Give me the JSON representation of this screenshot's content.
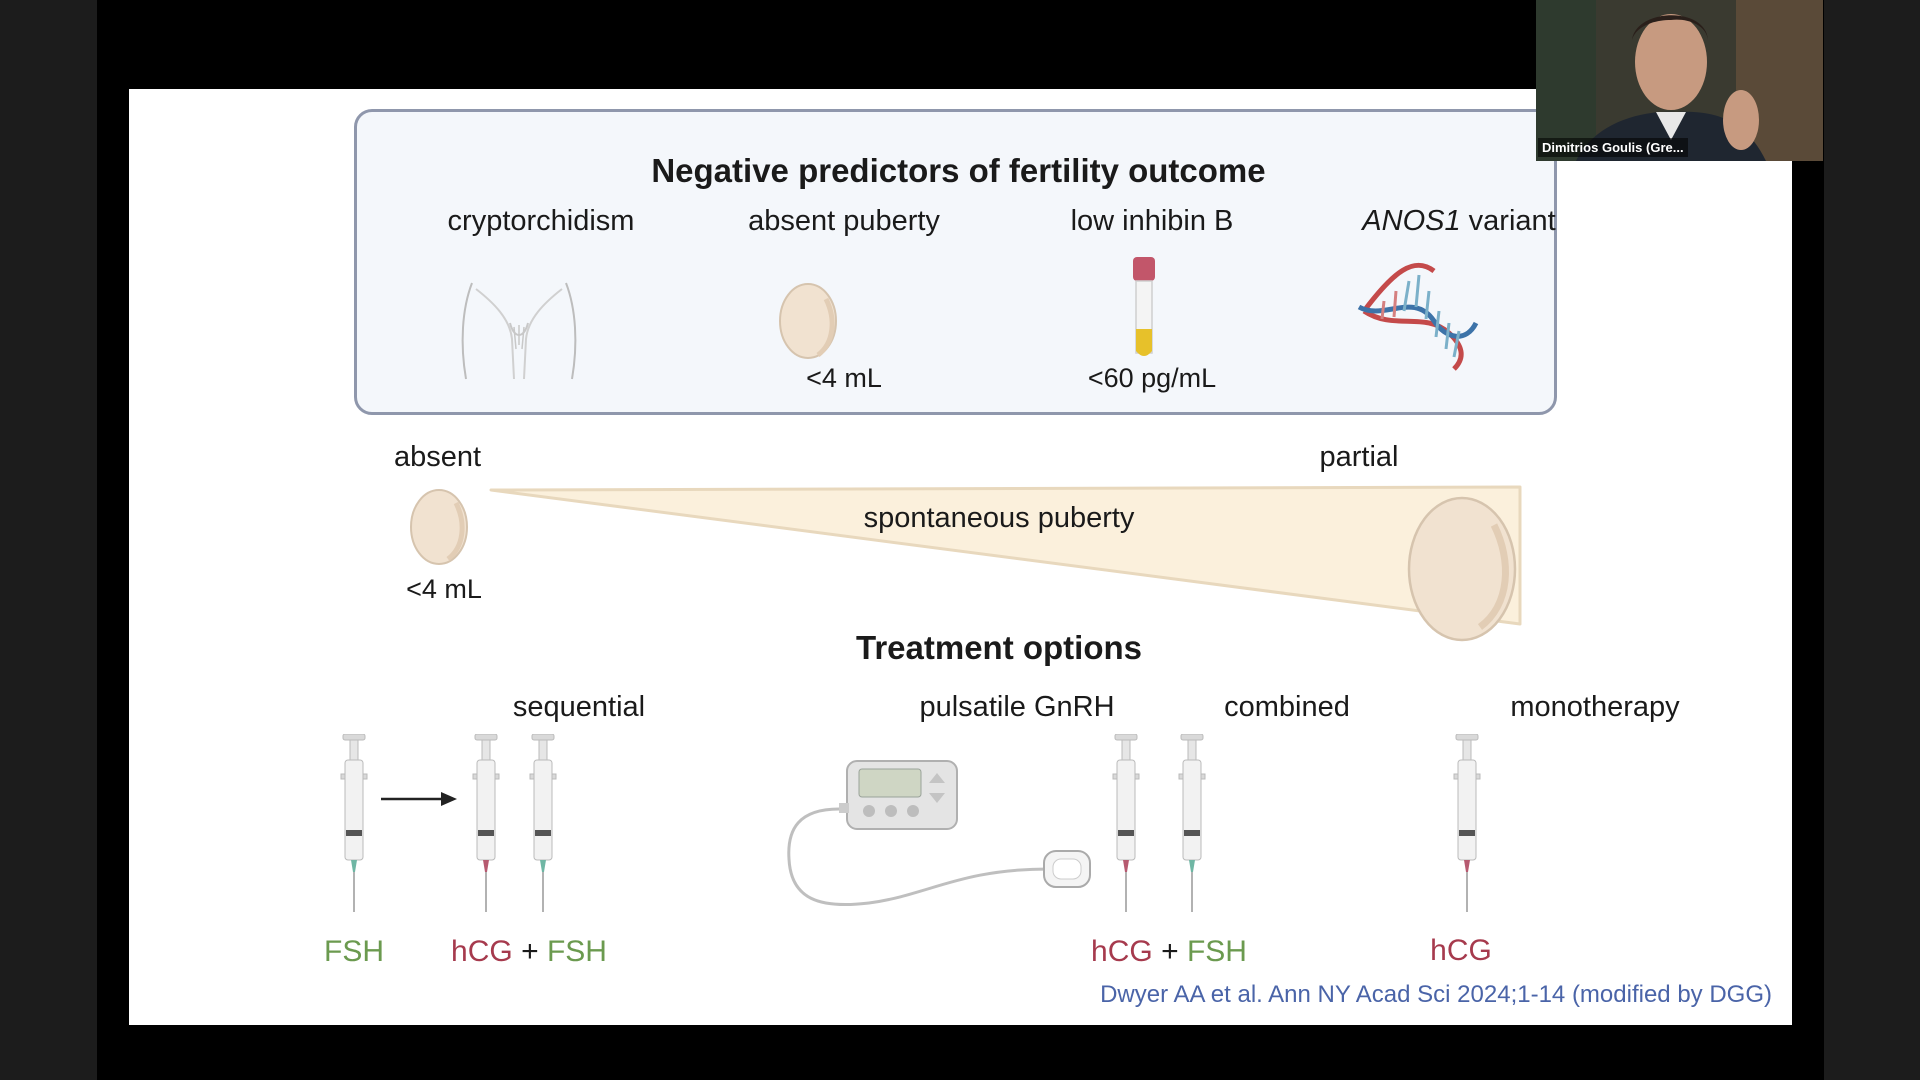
{
  "slide": {
    "predictors": {
      "title": "Negative predictors of fertility outcome",
      "items": [
        {
          "label": "cryptorchidism",
          "icon": "pelvis-icon",
          "sub": ""
        },
        {
          "label": "absent puberty",
          "icon": "testis-icon",
          "sub": "<4 mL"
        },
        {
          "label": "low inhibin B",
          "icon": "blood-tube-icon",
          "sub": "<60 pg/mL"
        },
        {
          "label_italic": "ANOS1",
          "label_rest": " variant",
          "icon": "dna-icon",
          "sub": ""
        }
      ]
    },
    "spectrum": {
      "left_label": "absent",
      "left_sub": "<4 mL",
      "right_label": "partial",
      "wedge_label": "spontaneous puberty"
    },
    "treatment": {
      "title": "Treatment options",
      "options": [
        {
          "label": "sequential",
          "first": "FSH",
          "second_a": "hCG",
          "plus": "+",
          "second_b": "FSH"
        },
        {
          "label": "pulsatile GnRH"
        },
        {
          "label": "combined",
          "a": "hCG",
          "plus": "+",
          "b": "FSH"
        },
        {
          "label": "monotherapy",
          "a": "hCG"
        }
      ]
    },
    "citation": "Dwyer AA et al. Ann NY Acad Sci 2024;1-14 (modified by DGG)"
  },
  "webcam": {
    "name": "Dimitrios Goulis (Gre..."
  },
  "colors": {
    "fsh": "#6b9a4f",
    "hcg": "#a63a4d",
    "citation": "#4a64a8",
    "wedge": "#fbf0dc",
    "testis": "#f1e2d0"
  }
}
